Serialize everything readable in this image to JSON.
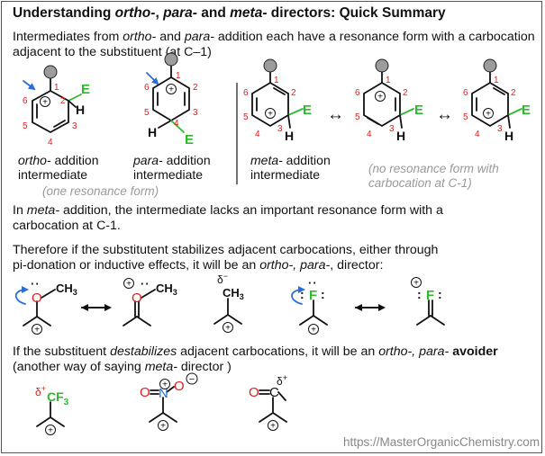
{
  "title": {
    "pre": "Understanding ",
    "ortho": "ortho-",
    "mid1": ", ",
    "para": "para-",
    "mid2": " and ",
    "meta": "meta-",
    "post": " directors: Quick Summary"
  },
  "intro": {
    "l1_a": "Intermediates from ",
    "l1_b": "ortho-",
    "l1_c": " and ",
    "l1_d": "para-",
    "l1_e": " addition each have a resonance form with a carbocation",
    "l2": "adjacent to the substituent (at C–1)"
  },
  "ortho_label": {
    "a": "ortho-",
    "b": " addition",
    "c": "intermediate"
  },
  "para_label": {
    "a": "para-",
    "b": " addition",
    "c": "intermediate"
  },
  "meta_label": {
    "a": "meta-",
    "b": " addition",
    "c": "intermediate"
  },
  "one_resonance": "(one resonance form)",
  "no_resonance": {
    "l1": "(no resonance form with",
    "l2": "carbocation at C-1)"
  },
  "meta_text": {
    "a": "In ",
    "b": "meta-",
    "c": " addition, the intermediate lacks an important resonance form with a",
    "l2": "carbocation at C-1."
  },
  "therefore": {
    "l1": "Therefore if the substitutent stabilizes adjacent carbocations, either through",
    "l2_a": "pi-donation or inductive effects, it will be an ",
    "l2_b": "ortho-, para-",
    "l2_c": ", director:"
  },
  "destab": {
    "a": "If the substituent ",
    "b": "destabilizes",
    "c": " adjacent carbocations, it will be an ",
    "d": "ortho-, para-",
    "e": " ",
    "f": "avoider",
    "l2_a": "(another way of saying  ",
    "l2_b": "meta-",
    "l2_c": " director )"
  },
  "ring_numbers": [
    "1",
    "2",
    "3",
    "4",
    "5",
    "6"
  ],
  "atoms": {
    "E": "E",
    "H": "H",
    "O": "O",
    "F": "F",
    "N": "N",
    "C": "C",
    "CH3": "CH",
    "sub3": "3",
    "CF": "CF",
    "plus": "+",
    "minus": "−",
    "delta_plus": "δ",
    "delta_minus": "δ",
    "arrow_lr": "↔"
  },
  "footer_url": "https://MasterOrganicChemistry.com",
  "colors": {
    "green": "#2db82d",
    "red": "#e02020",
    "blue": "#2a6fd6",
    "grey": "#9a9a9a"
  }
}
